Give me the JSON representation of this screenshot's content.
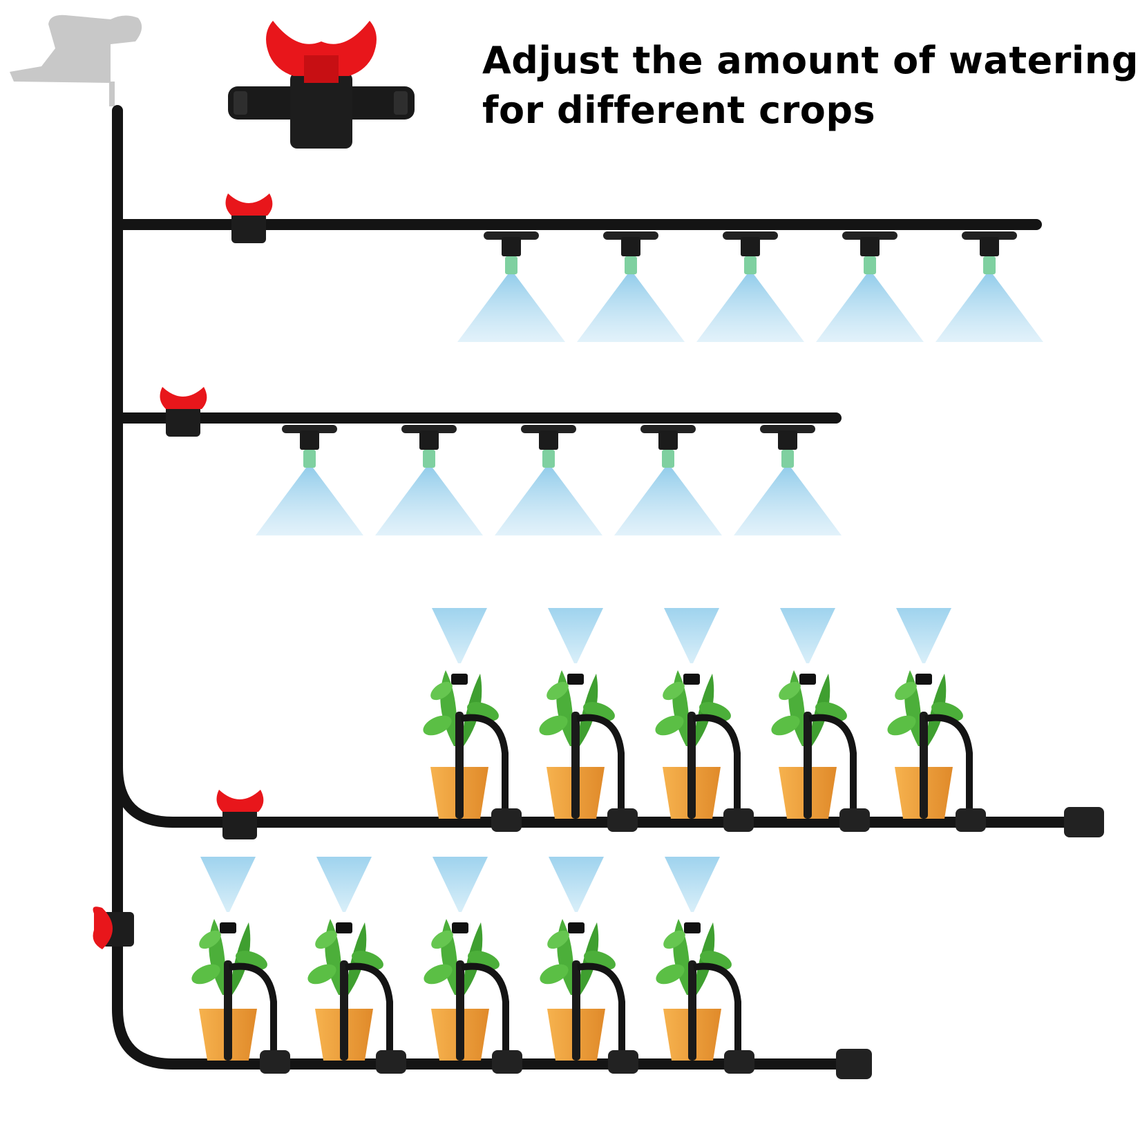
{
  "headline": {
    "line1": "Adjust the amount of watering",
    "line2": "for different crops"
  },
  "colors": {
    "pipe": "#141414",
    "valve": "#e8161b",
    "spray": "#8fcbea",
    "nozzle_tip": "#7fd0a0",
    "faucet": "#c8c8c8",
    "pot": "#f0a040",
    "leaf": "#4caf3a"
  },
  "icons": [
    "faucet-icon",
    "shutoff-valve-icon",
    "misting-nozzle-icon",
    "drip-stake-icon",
    "potted-plant-icon",
    "end-plug-icon"
  ],
  "layout_summary": {
    "mist_lines": [
      {
        "nozzles": 5
      },
      {
        "nozzles": 5
      }
    ],
    "drip_lines": [
      {
        "plants": 5
      },
      {
        "plants": 5
      }
    ],
    "valves": 5
  }
}
